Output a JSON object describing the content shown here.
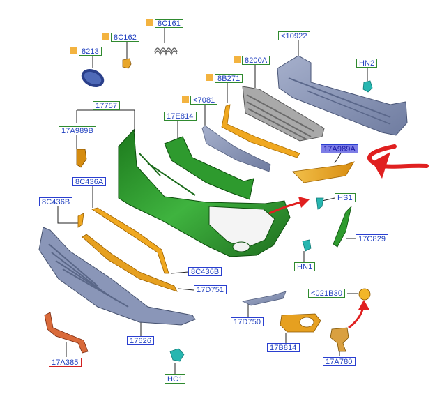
{
  "colors": {
    "green_border": "#2f8a2f",
    "blue_border": "#2a3fd0",
    "red_border": "#d12020",
    "label_text": "#1f3fbf",
    "highlight_fill": "#7d7de6",
    "bumper_green": "#2e9a2e",
    "trim_amber": "#e0a020",
    "grey_part": "#8a96b8",
    "arrow_red": "#e02020"
  },
  "labels": {
    "l8C161": "8C161",
    "l8C162": "8C162",
    "l8213": "8213",
    "l10922": "<10922",
    "lHN2": "HN2",
    "l8200A": "8200A",
    "l8B271": "8B271",
    "l7081": "<7081",
    "l17757": "17757",
    "l17E814": "17E814",
    "l17A989B": "17A989B",
    "l17A989A": "17A989A",
    "l8C436A": "8C436A",
    "l8C436B_left": "8C436B",
    "lHS1": "HS1",
    "l17C829": "17C829",
    "lHN1": "HN1",
    "l8C436B_right": "8C436B",
    "l17D751": "17D751",
    "l021B30": "<021B30",
    "l17D750": "17D750",
    "l17626": "17626",
    "l17B814": "17B814",
    "l17A385": "17A385",
    "l17A780": "17A780",
    "lHC1": "HC1"
  },
  "icons": {
    "tag": "orange-tag-icon",
    "arrow": "red-arrow-icon"
  }
}
